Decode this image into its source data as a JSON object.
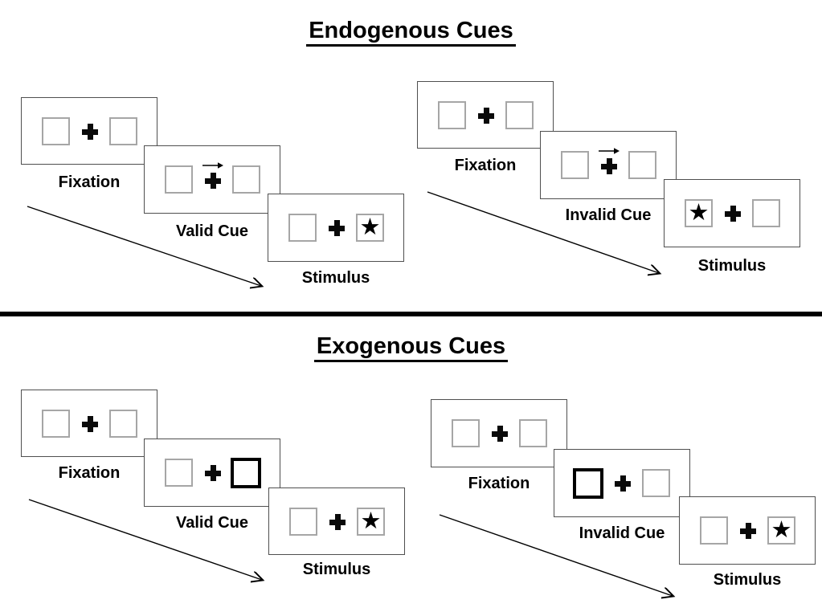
{
  "sections": [
    {
      "title": "Endogenous Cues",
      "sequences": [
        {
          "name": "valid",
          "cue_kind": "central-arrow-right",
          "stimulus_side": "right",
          "labels": {
            "fixation": "Fixation",
            "cue": "Valid Cue",
            "stimulus": "Stimulus"
          }
        },
        {
          "name": "invalid",
          "cue_kind": "central-arrow-right",
          "stimulus_side": "left",
          "labels": {
            "fixation": "Fixation",
            "cue": "Invalid Cue",
            "stimulus": "Stimulus"
          }
        }
      ]
    },
    {
      "title": "Exogenous Cues",
      "sequences": [
        {
          "name": "valid",
          "cue_kind": "peripheral-bold-box-right",
          "stimulus_side": "right",
          "labels": {
            "fixation": "Fixation",
            "cue": "Valid Cue",
            "stimulus": "Stimulus"
          }
        },
        {
          "name": "invalid",
          "cue_kind": "peripheral-bold-box-left",
          "stimulus_side": "right",
          "labels": {
            "fixation": "Fixation",
            "cue": "Invalid Cue",
            "stimulus": "Stimulus"
          }
        }
      ]
    }
  ],
  "glyphs": {
    "star": "★"
  },
  "colors": {
    "ink": "#000000",
    "square_border": "#a6a6a6",
    "panel_border": "#4f4f4f",
    "background": "#ffffff"
  }
}
